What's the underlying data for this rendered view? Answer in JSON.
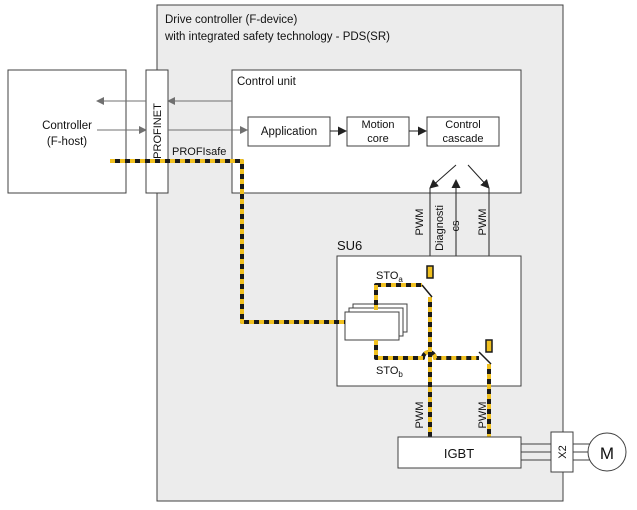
{
  "drive": {
    "title_line1": "Drive controller (F-device)",
    "title_line2": "with integrated safety technology - PDS(SR)"
  },
  "controller": {
    "line1": "Controller",
    "line2": "(F-host)"
  },
  "profinet": {
    "label": "PROFINET",
    "profisafe": "PROFIsafe"
  },
  "control_unit": {
    "title": "Control unit",
    "application": "Application",
    "motion_core": {
      "line1": "Motion",
      "line2": "core"
    },
    "control_cascade": {
      "line1": "Control",
      "line2": "cascade"
    }
  },
  "signals": {
    "pwm_a": "PWM",
    "diagnostics_line1": "Diagnosti",
    "diagnostics_line2": "cs",
    "pwm_b": "PWM",
    "pwm_c": "PWM",
    "pwm_d": "PWM"
  },
  "su6": {
    "title": "SU6",
    "sto_a": {
      "base": "STO",
      "sub": "a"
    },
    "sto_b": {
      "base": "STO",
      "sub": "b"
    }
  },
  "igbt": {
    "label": "IGBT"
  },
  "connector": {
    "label": "X2"
  },
  "motor": {
    "label": "M"
  },
  "colors": {
    "enclosure_fill": "#ececec",
    "border": "#404040",
    "safety_dash_yellow": "#f0c020",
    "safety_dash_black": "#1a1a1a",
    "arrow_gray": "#707070"
  }
}
